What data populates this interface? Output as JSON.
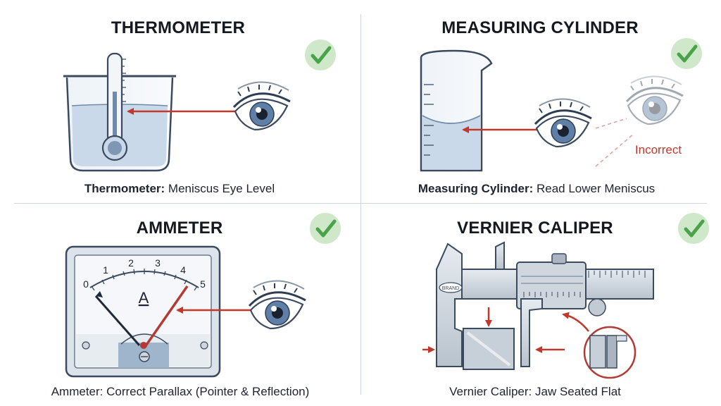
{
  "panels": {
    "thermometer": {
      "title": "THERMOMETER",
      "caption_bold": "Thermometer:",
      "caption_rest": " Meniscus Eye Level"
    },
    "cylinder": {
      "title": "MEASURING CYLINDER",
      "caption_bold": "Measuring Cylinder:",
      "caption_rest": " Read Lower Meniscus",
      "incorrect_label": "Incorrect"
    },
    "ammeter": {
      "title": "AMMETER",
      "caption": "Ammeter: Correct Parallax (Pointer & Reflection)",
      "scale_labels": [
        "0",
        "1",
        "2",
        "3",
        "4",
        "5"
      ],
      "unit_label": "A"
    },
    "caliper": {
      "title": "VERNIER CALIPER",
      "caption": "Vernier Caliper: Jaw Seated Flat",
      "brand_label": "BRAND"
    }
  },
  "colors": {
    "check_bg": "#cfe8c9",
    "check": "#4aa34a",
    "arrow": "#c0392b",
    "incorrect_text": "#c0392b",
    "liquid": "#c9d9ea",
    "outline": "#3b4a5e"
  }
}
